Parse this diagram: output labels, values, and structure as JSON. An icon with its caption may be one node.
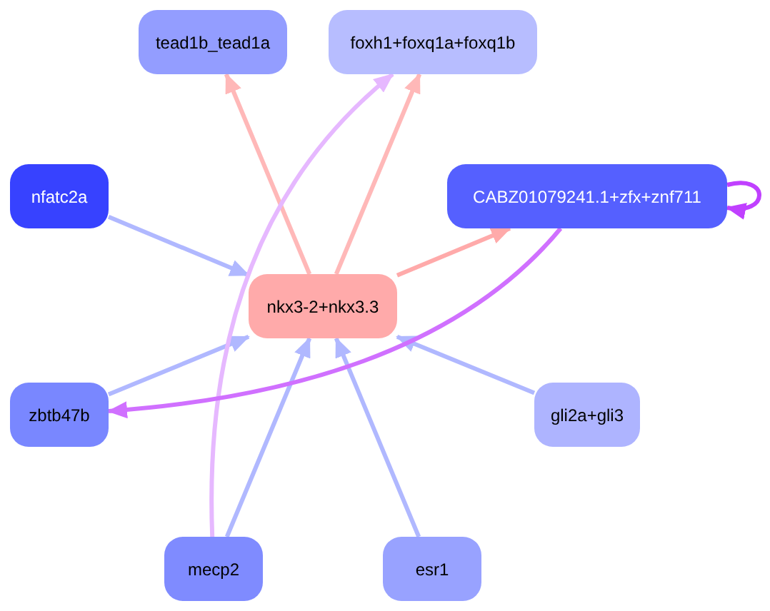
{
  "diagram": {
    "nodes": [
      {
        "text": [
          "tead1b_tead1a"
        ]
      },
      {
        "text": [
          "foxh1+foxq1a+foxq1b"
        ]
      },
      {
        "text": [
          "nfatc2a"
        ]
      },
      {
        "text": [
          "CABZ01079241.1+zfx+znf711"
        ]
      },
      {
        "text": [
          "nkx3-2+nkx3.3"
        ]
      },
      {
        "text": [
          "zbtb47b"
        ]
      },
      {
        "text": [
          "gli2a+gli3"
        ]
      },
      {
        "text": [
          "mecp2"
        ]
      },
      {
        "text": [
          "esr1"
        ]
      }
    ],
    "edges": [
      {
        "from": 4,
        "to": 0,
        "arrow": "to",
        "color": "#ffb8b8"
      },
      {
        "from": 4,
        "to": 1,
        "arrow": "to",
        "color": "#ffb8b8"
      },
      {
        "from": 4,
        "to": 3,
        "arrow": "to",
        "color": "#ffaaaa"
      },
      {
        "from": 2,
        "to": 4,
        "arrow": "to"
      },
      {
        "from": 5,
        "to": 4,
        "arrow": "to"
      },
      {
        "from": 6,
        "to": 4,
        "arrow": "to"
      },
      {
        "from": 7,
        "to": 4,
        "arrow": "to"
      },
      {
        "from": 8,
        "to": 4,
        "arrow": "to"
      },
      {
        "from": 7,
        "to": 1,
        "arrow": "to",
        "color": "#e6b8ff"
      },
      {
        "from": 3,
        "to": 5,
        "arrow": "to",
        "color": "#d070ff"
      },
      {
        "from": 3,
        "to": 3,
        "arrow": "to",
        "color": "#c040ff"
      }
    ]
  }
}
